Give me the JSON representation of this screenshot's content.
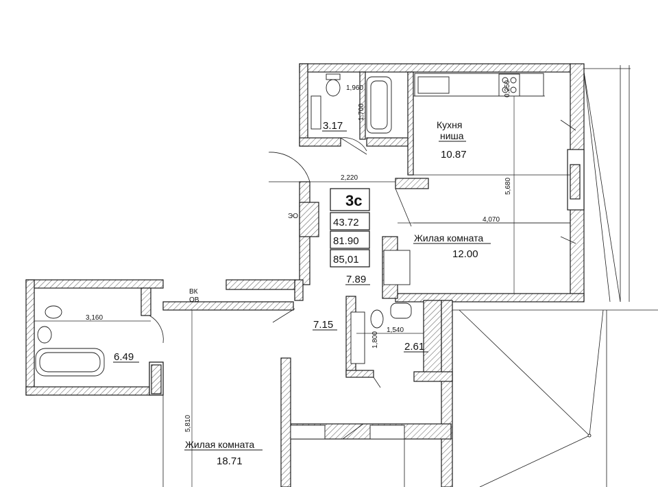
{
  "apartment": {
    "type_label": "3с",
    "areas": [
      "43.72",
      "81.90",
      "85,01"
    ]
  },
  "rooms": {
    "bath_top": {
      "area": "3.17"
    },
    "kitchen": {
      "name_line1": "Кухня",
      "name_line2": "ниша",
      "area": "10.87"
    },
    "living_right": {
      "name": "Жилая комната",
      "area": "12.00"
    },
    "hall": {
      "area": "7.89"
    },
    "corridor": {
      "area": "7.15"
    },
    "bath_mid": {
      "area": "2.61"
    },
    "bath_left": {
      "area": "6.49"
    },
    "living_left": {
      "name": "Жилая комната",
      "area": "18.71"
    }
  },
  "labels": {
    "eo": "ЭО",
    "vk": "ВК",
    "ov": "ОВ"
  },
  "dimensions": {
    "d1960": "1,960",
    "d1700": "1,700",
    "d0250": "0,250",
    "d2220": "2,220",
    "d5680": "5,680",
    "d4070": "4,070",
    "d3160": "3,160",
    "d1540": "1,540",
    "d1800": "1,800",
    "d5810": "5,810"
  }
}
